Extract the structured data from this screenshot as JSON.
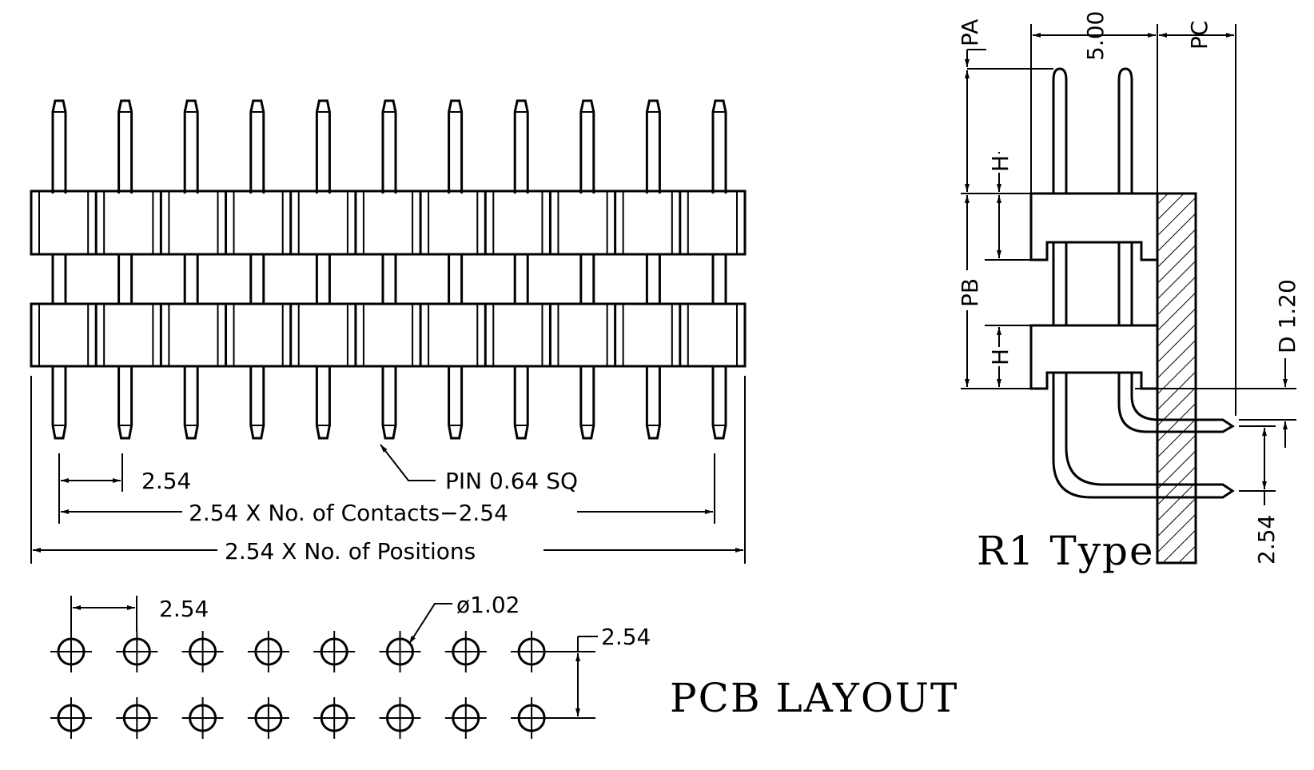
{
  "front_view": {
    "pitch_label": "2.54",
    "pin_callout": "PIN 0.64 SQ",
    "contacts_span_label": "2.54 X No. of Contacts−2.54",
    "positions_span_label": "2.54 X No. of Positions",
    "pin_count": 11
  },
  "pcb_layout": {
    "title": "PCB LAYOUT",
    "pitch_label": "2.54",
    "hole_diameter_label": "ø1.02",
    "row_spacing_label": "2.54",
    "holes_per_row": 8,
    "rows": 2
  },
  "side_view": {
    "title": "R1 Type",
    "dim_5_00": "5.00",
    "pa": "PA",
    "pc": "PC",
    "pb": "PB",
    "h_upper": "H",
    "h_lower": "H",
    "d_label": "D 1.20",
    "row_pitch_label": "2.54"
  }
}
